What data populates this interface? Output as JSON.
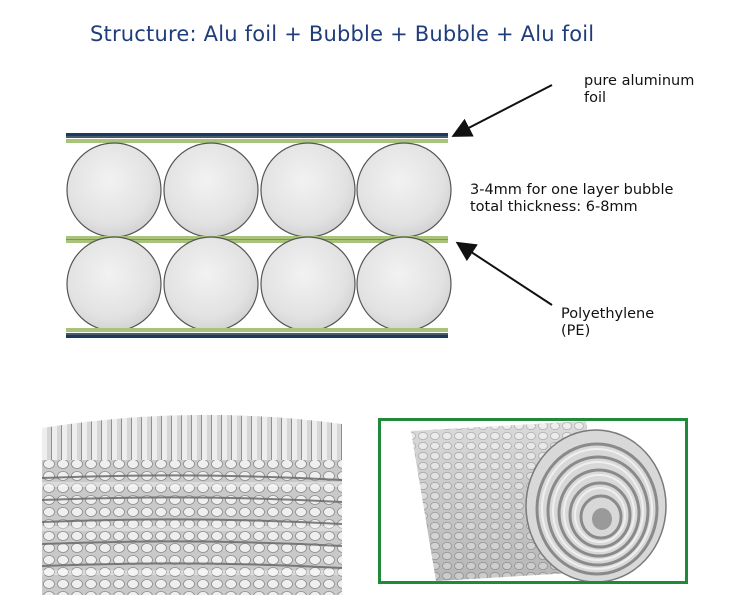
{
  "title": "Structure: Alu foil + Bubble + Bubble + Alu foil",
  "labels": {
    "foil_line1": "pure aluminum",
    "foil_line2": "foil",
    "bubble_line1": "3-4mm for one layer bubble",
    "bubble_line2": "total thickness: 6-8mm",
    "pe_line1": "Polyethylene",
    "pe_line2": "(PE)"
  },
  "colors": {
    "title": "#1f3d7a",
    "foil": "#1a3b5c",
    "pe": "#a8c47a",
    "bubble_fill": "#e4e4e4",
    "bubble_stroke": "#555555",
    "frame": "#1f8a3a"
  },
  "icons": [
    "arrow-to-foil",
    "arrow-to-pe"
  ]
}
